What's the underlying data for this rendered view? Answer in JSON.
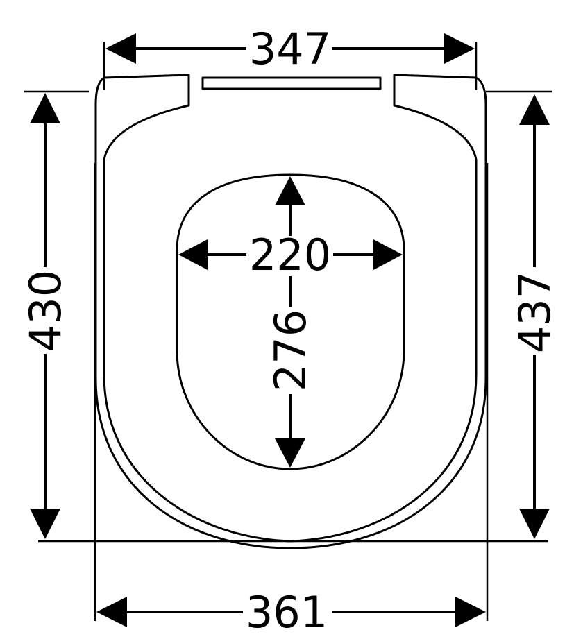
{
  "dimensions": {
    "top_width": "347",
    "bottom_width": "361",
    "left_height": "430",
    "right_height": "437",
    "inner_width": "220",
    "inner_height": "276"
  },
  "colors": {
    "line": "#000000",
    "background": "#ffffff"
  }
}
